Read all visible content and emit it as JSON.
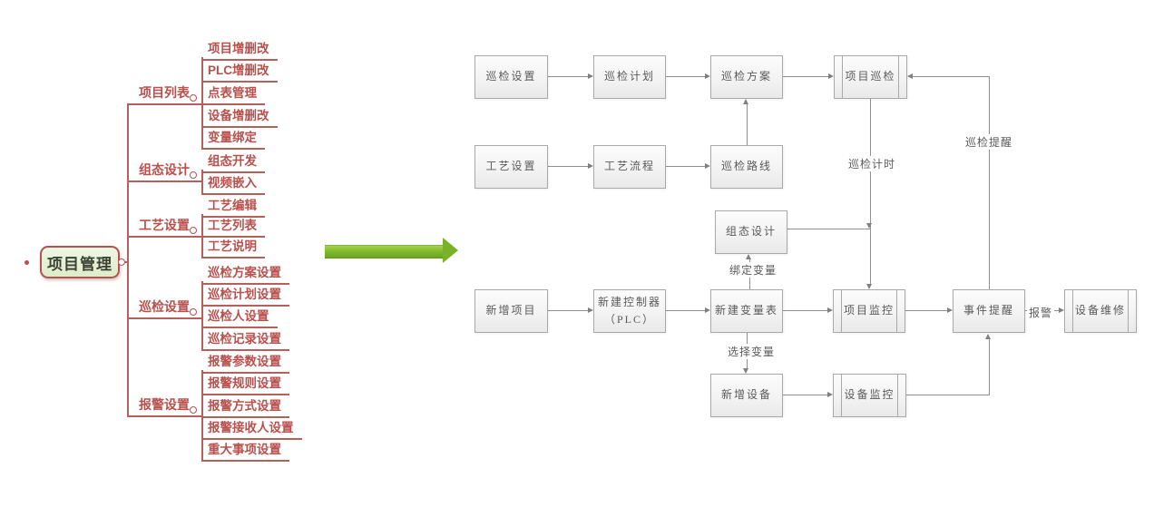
{
  "mindmap": {
    "root": {
      "label": "项目管理"
    },
    "branches": [
      {
        "label": "项目列表",
        "children": [
          "项目增删改",
          "PLC增删改",
          "点表管理",
          "设备增删改",
          "变量绑定"
        ]
      },
      {
        "label": "组态设计",
        "children": [
          "组态开发",
          "视频嵌入"
        ]
      },
      {
        "label": "工艺设置",
        "children": [
          "工艺编辑",
          "工艺列表",
          "工艺说明"
        ]
      },
      {
        "label": "巡检设置",
        "children": [
          "巡检方案设置",
          "巡检计划设置",
          "巡检人设置",
          "巡检记录设置"
        ]
      },
      {
        "label": "报警设置",
        "children": [
          "报警参数设置",
          "报警规则设置",
          "报警方式设置",
          "报警接收人设置",
          "重大事项设置"
        ]
      }
    ],
    "colors": {
      "line": "#b4615e",
      "text": "#b9504c",
      "root_border": "#b4524e",
      "root_fill": "#e7f3da"
    }
  },
  "flowchart": {
    "nodes": [
      {
        "id": "inspect-setting",
        "label": "巡检设置",
        "type": "process"
      },
      {
        "id": "inspect-plan",
        "label": "巡检计划",
        "type": "process"
      },
      {
        "id": "inspect-scheme",
        "label": "巡检方案",
        "type": "process"
      },
      {
        "id": "project-inspect",
        "label": "项目巡检",
        "type": "predefined"
      },
      {
        "id": "craft-setting",
        "label": "工艺设置",
        "type": "process"
      },
      {
        "id": "craft-flow",
        "label": "工艺流程",
        "type": "process"
      },
      {
        "id": "inspect-route",
        "label": "巡检路线",
        "type": "process"
      },
      {
        "id": "config-design",
        "label": "组态设计",
        "type": "process"
      },
      {
        "id": "new-project",
        "label": "新增项目",
        "type": "process"
      },
      {
        "id": "new-controller",
        "label": "新建控制器（PLC）",
        "type": "process"
      },
      {
        "id": "new-var-table",
        "label": "新建变量表",
        "type": "process"
      },
      {
        "id": "project-monitor",
        "label": "项目监控",
        "type": "predefined"
      },
      {
        "id": "event-remind",
        "label": "事件提醒",
        "type": "process"
      },
      {
        "id": "device-repair",
        "label": "设备维修",
        "type": "predefined"
      },
      {
        "id": "new-device",
        "label": "新增设备",
        "type": "process"
      },
      {
        "id": "device-monitor",
        "label": "设备监控",
        "type": "predefined"
      }
    ],
    "edge_labels": {
      "timer": "巡检计时",
      "remind": "巡检提醒",
      "bind": "绑定变量",
      "select": "选择变量",
      "alarm": "报警"
    },
    "colors": {
      "line": "#8f8f8f",
      "box_border": "#a9a9a9",
      "text": "#5a5a5a"
    }
  },
  "transform_arrow_color": "#79b229"
}
